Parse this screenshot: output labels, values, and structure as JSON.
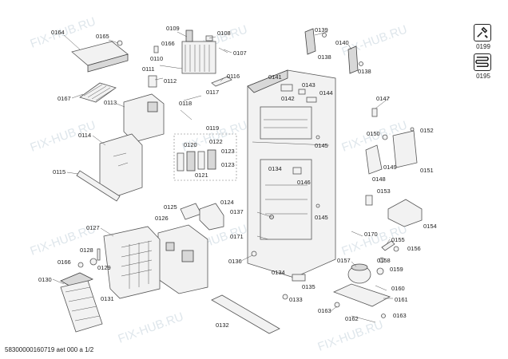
{
  "watermark": "FIX-HUB.RU",
  "footer": "58300000160719 aet 000 a 1/2",
  "side_icons": [
    {
      "label": "0199",
      "icon": "wrench-screwdriver-icon"
    },
    {
      "label": "0195",
      "icon": "coil-icon"
    }
  ],
  "parts": [
    "0164",
    "0165",
    "0166",
    "0167",
    "0113",
    "0109",
    "0108",
    "0107",
    "0110",
    "0111",
    "0112",
    "0116",
    "0117",
    "0118",
    "0119",
    "0120",
    "0122",
    "0123",
    "0123b",
    "0121",
    "0114",
    "0115",
    "0125",
    "0124",
    "0126",
    "0127",
    "0128",
    "0129",
    "0166b",
    "0130",
    "0131",
    "0132",
    "0137",
    "0171",
    "0136",
    "0134",
    "0146",
    "0134b",
    "0133",
    "0135",
    "0139",
    "0138",
    "0140",
    "0138b",
    "0141",
    "0143",
    "0142",
    "0144",
    "0145",
    "0145b",
    "0147",
    "0150",
    "0152",
    "0149",
    "0148",
    "0151",
    "0153",
    "0154",
    "0170",
    "0155",
    "0156",
    "0158",
    "0157",
    "0159",
    "0160",
    "0161",
    "0163",
    "0162",
    "0163b"
  ],
  "labels": {
    "0164": "0164",
    "0165": "0165",
    "0166": "0166",
    "0167": "0167",
    "0113": "0113",
    "0109": "0109",
    "0108": "0108",
    "0107": "0107",
    "0110": "0110",
    "0111": "0111",
    "0112": "0112",
    "0116": "0116",
    "0117": "0117",
    "0118": "0118",
    "0119": "0119",
    "0120": "0120",
    "0122": "0122",
    "0123": "0123",
    "0123b": "0123",
    "0121": "0121",
    "0114": "0114",
    "0115": "0115",
    "0125": "0125",
    "0124": "0124",
    "0126": "0126",
    "0127": "0127",
    "0128": "0128",
    "0129": "0129",
    "0166b": "0166",
    "0130": "0130",
    "0131": "0131",
    "0132": "0132",
    "0137": "0137",
    "0171": "0171",
    "0136": "0136",
    "0134": "0134",
    "0146": "0146",
    "0134b": "0134",
    "0133": "0133",
    "0135": "0135",
    "0139": "0139",
    "0138": "0138",
    "0140": "0140",
    "0138b": "0138",
    "0141": "0141",
    "0143": "0143",
    "0142": "0142",
    "0144": "0144",
    "0145": "0145",
    "0145b": "0145",
    "0147": "0147",
    "0150": "0150",
    "0152": "0152",
    "0149": "0149",
    "0148": "0148",
    "0151": "0151",
    "0153": "0153",
    "0154": "0154",
    "0170": "0170",
    "0155": "0155",
    "0156": "0156",
    "0158": "0158",
    "0157": "0157",
    "0159": "0159",
    "0160": "0160",
    "0161": "0161",
    "0163": "0163",
    "0162": "0162",
    "0163b": "0163"
  }
}
